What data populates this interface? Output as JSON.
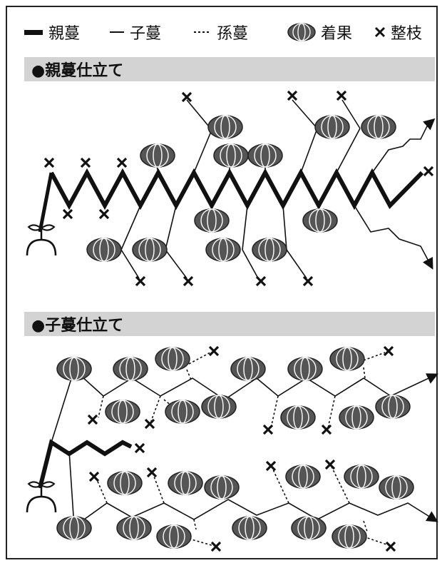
{
  "legend": {
    "items": [
      {
        "label": "親蔓",
        "icon": "thick-line-icon"
      },
      {
        "label": "子蔓",
        "icon": "thin-line-icon"
      },
      {
        "label": "孫蔓",
        "icon": "dashed-line-icon"
      },
      {
        "label": "着果",
        "icon": "melon-icon"
      },
      {
        "label": "整枝",
        "icon": "cross-mark-icon"
      }
    ]
  },
  "sections": [
    {
      "title": "●親蔓仕立て"
    },
    {
      "title": "●子蔓仕立て"
    }
  ],
  "colors": {
    "fruit": "#555555",
    "fruit_stroke": "#222222",
    "vine": "#111111",
    "section_bar": "#d3d3d3"
  }
}
